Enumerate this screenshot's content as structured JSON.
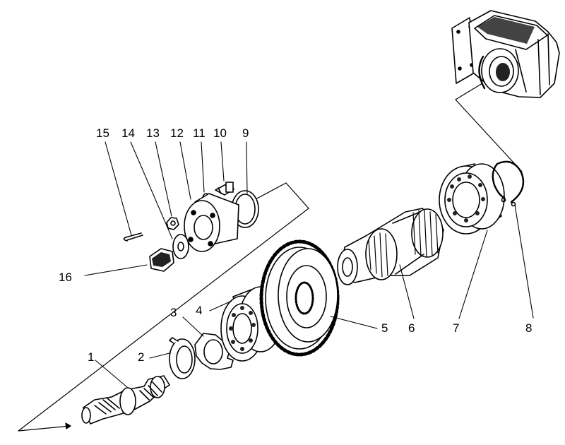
{
  "callouts": {
    "c1": "1",
    "c2": "2",
    "c3": "3",
    "c4": "4",
    "c5": "5",
    "c6": "6",
    "c7": "7",
    "c8": "8",
    "c9": "9",
    "c10": "10",
    "c11": "11",
    "c12": "12",
    "c13": "13",
    "c14": "14",
    "c15": "15",
    "c16": "16"
  },
  "colors": {
    "ink": "#000000",
    "paper": "#ffffff",
    "shade": "#222222"
  }
}
